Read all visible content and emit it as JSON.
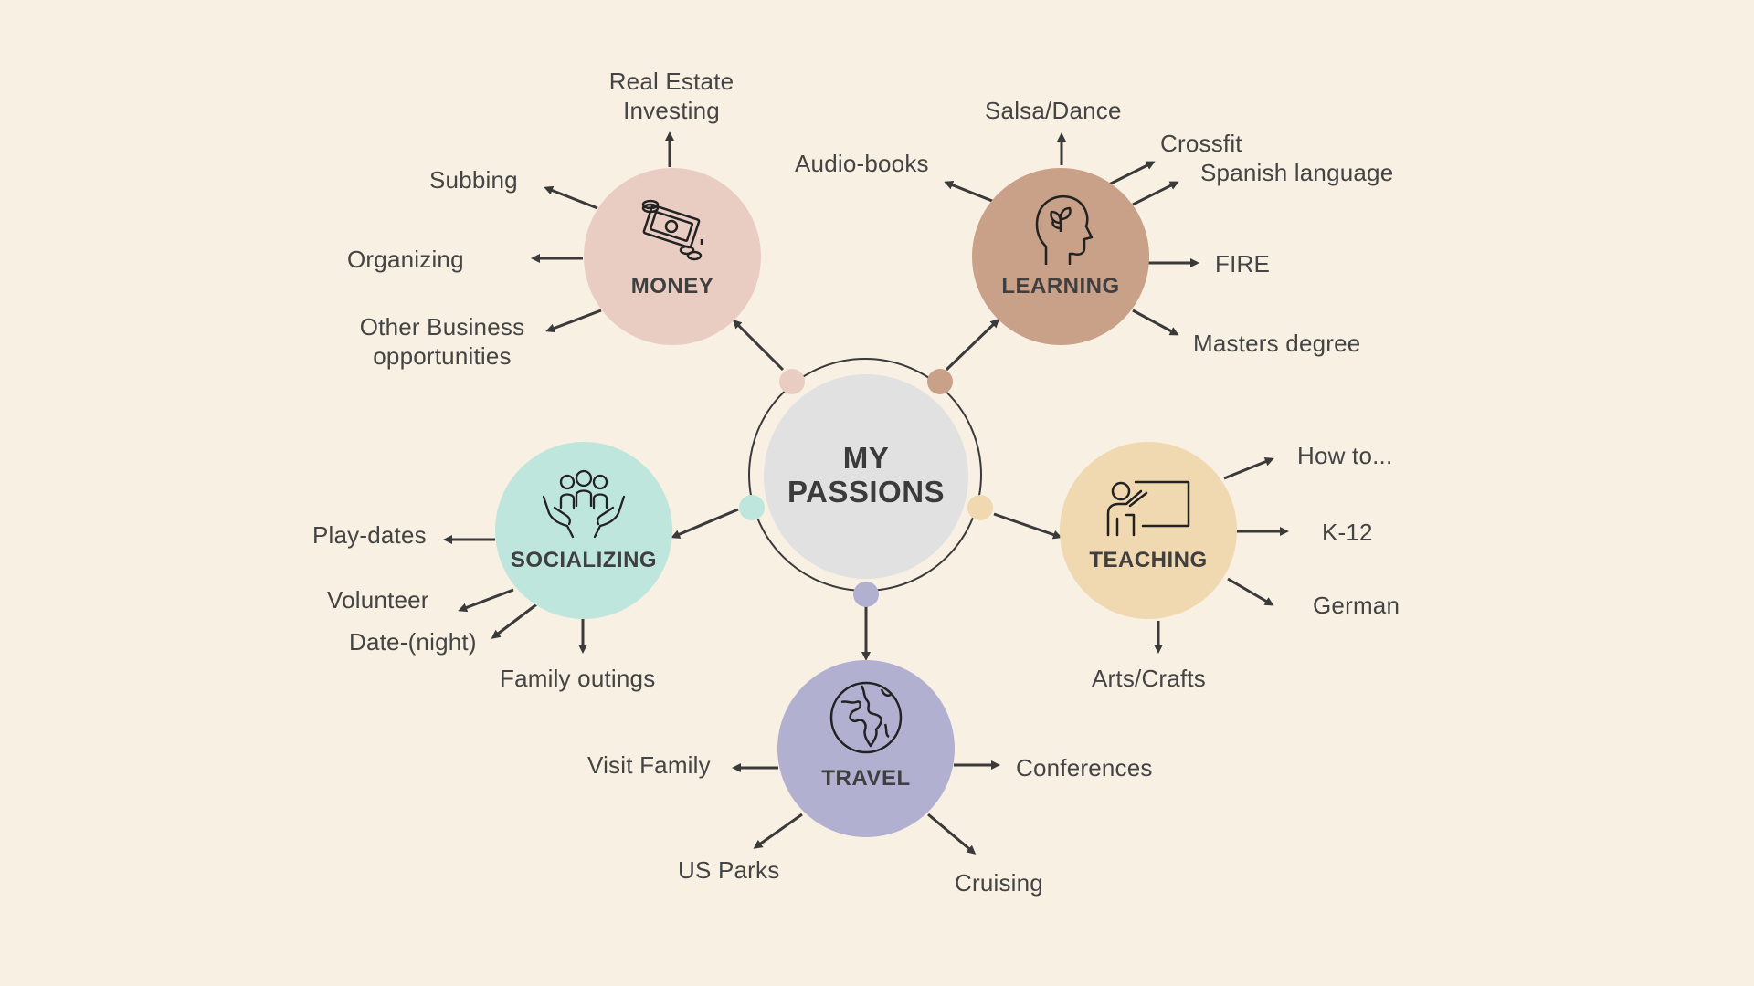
{
  "center": {
    "title": "MY\nPASSIONS"
  },
  "colors": {
    "background": "#f8f0e3",
    "money": "#e9cdc3",
    "learning": "#c9a088",
    "socializing": "#bee6dc",
    "teaching": "#f0d8b1",
    "travel": "#b2b0d0",
    "center": "#e2e1e1",
    "stroke": "#3a3a3a"
  },
  "hubs": {
    "money": {
      "label": "MONEY",
      "icon": "money-icon"
    },
    "learning": {
      "label": "LEARNING",
      "icon": "head-growth-icon"
    },
    "socializing": {
      "label": "SOCIALIZING",
      "icon": "community-hands-icon"
    },
    "teaching": {
      "label": "TEACHING",
      "icon": "teacher-board-icon"
    },
    "travel": {
      "label": "TRAVEL",
      "icon": "globe-icon"
    }
  },
  "leaves": {
    "money": [
      "Real Estate\nInvesting",
      "Subbing",
      "Organizing",
      "Other Business\nopportunities"
    ],
    "learning": [
      "Salsa/Dance",
      "Audio-books",
      "Crossfit",
      "Spanish language",
      "FIRE",
      "Masters degree"
    ],
    "socializing": [
      "Play-dates",
      "Volunteer",
      "Date-(night)",
      "Family outings"
    ],
    "teaching": [
      "How to...",
      "K-12",
      "German",
      "Arts/Crafts"
    ],
    "travel": [
      "Visit Family",
      "Conferences",
      "US Parks",
      "Cruising"
    ]
  }
}
